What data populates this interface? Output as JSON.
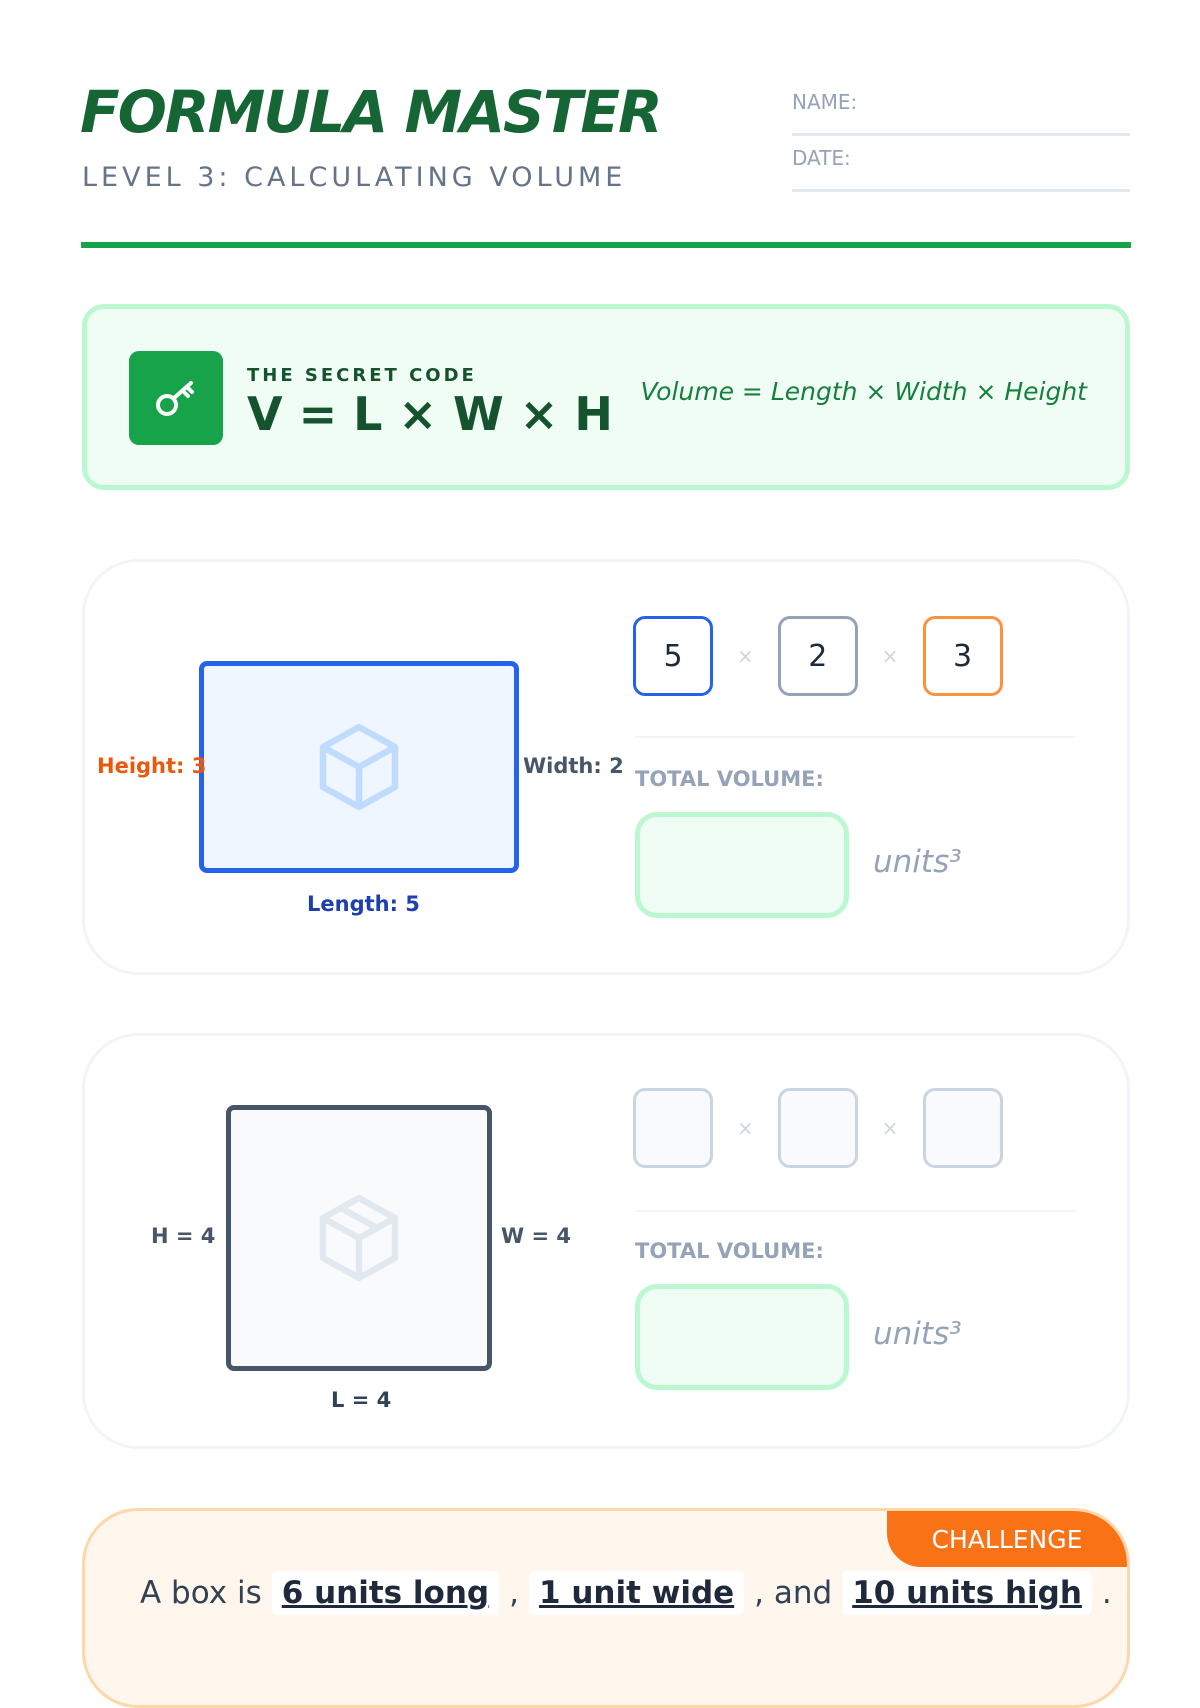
{
  "header": {
    "title": "FORMULA MASTER",
    "subtitle": "LEVEL 3: CALCULATING VOLUME",
    "name_label": "NAME:",
    "date_label": "DATE:"
  },
  "formula": {
    "icon": "key-icon",
    "label": "THE SECRET CODE",
    "equation": "V = L × W × H",
    "verbal": "Volume = Length × Width × Height"
  },
  "problems": [
    {
      "height_label": "Height: 3",
      "width_label": "Width: 2",
      "length_label": "Length: 5",
      "inputs": [
        "5",
        "2",
        "3"
      ],
      "times": "×",
      "total_label": "TOTAL VOLUME:",
      "units": "units³",
      "answer": ""
    },
    {
      "height_label": "H = 4",
      "width_label": "W = 4",
      "length_label": "L = 4",
      "inputs": [
        "",
        "",
        ""
      ],
      "times": "×",
      "total_label": "TOTAL VOLUME:",
      "units": "units³",
      "answer": ""
    }
  ],
  "challenge": {
    "badge": "CHALLENGE",
    "prefix": "A box is",
    "length": "6 units long",
    "comma": ",",
    "width": "1 unit wide",
    "and": ", and",
    "height": "10 units high",
    "period": "."
  },
  "colors": {
    "accent": "#16a34a",
    "blue": "#2563eb",
    "orange": "#f97316"
  }
}
